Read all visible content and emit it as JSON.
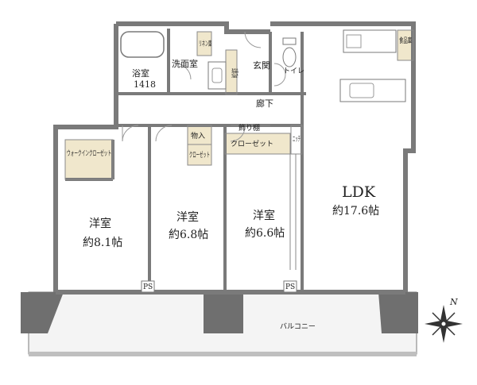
{
  "rooms": {
    "bath": {
      "name": "浴室",
      "size": "1418"
    },
    "washroom": "洗面室",
    "linen": "リネン庫",
    "entrance_storage": "玄関収納",
    "entrance": "玄関",
    "toilet": "トイレ",
    "pantry": "食品庫",
    "hallway": "廊下",
    "shelf": "飾り棚",
    "storage": "物入",
    "closet_small": "クローゼット",
    "closet_mid": "クローゼット",
    "niche": "ニッチ",
    "walk_in": "ウォークインクローゼット",
    "ldk": {
      "name": "LDK",
      "size": "約17.6帖"
    },
    "room1": {
      "name": "洋室",
      "size": "約8.1帖"
    },
    "room2": {
      "name": "洋室",
      "size": "約6.8帖"
    },
    "room3": {
      "name": "洋室",
      "size": "約6.6帖"
    },
    "ps": "PS",
    "balcony": "バルコニー"
  },
  "compass": {
    "label": "N"
  },
  "colors": {
    "wall": "#7a7a7a",
    "closet": "#f0e7cc",
    "balcony": "#dcdcdc",
    "room_bg": "#ffffff"
  }
}
